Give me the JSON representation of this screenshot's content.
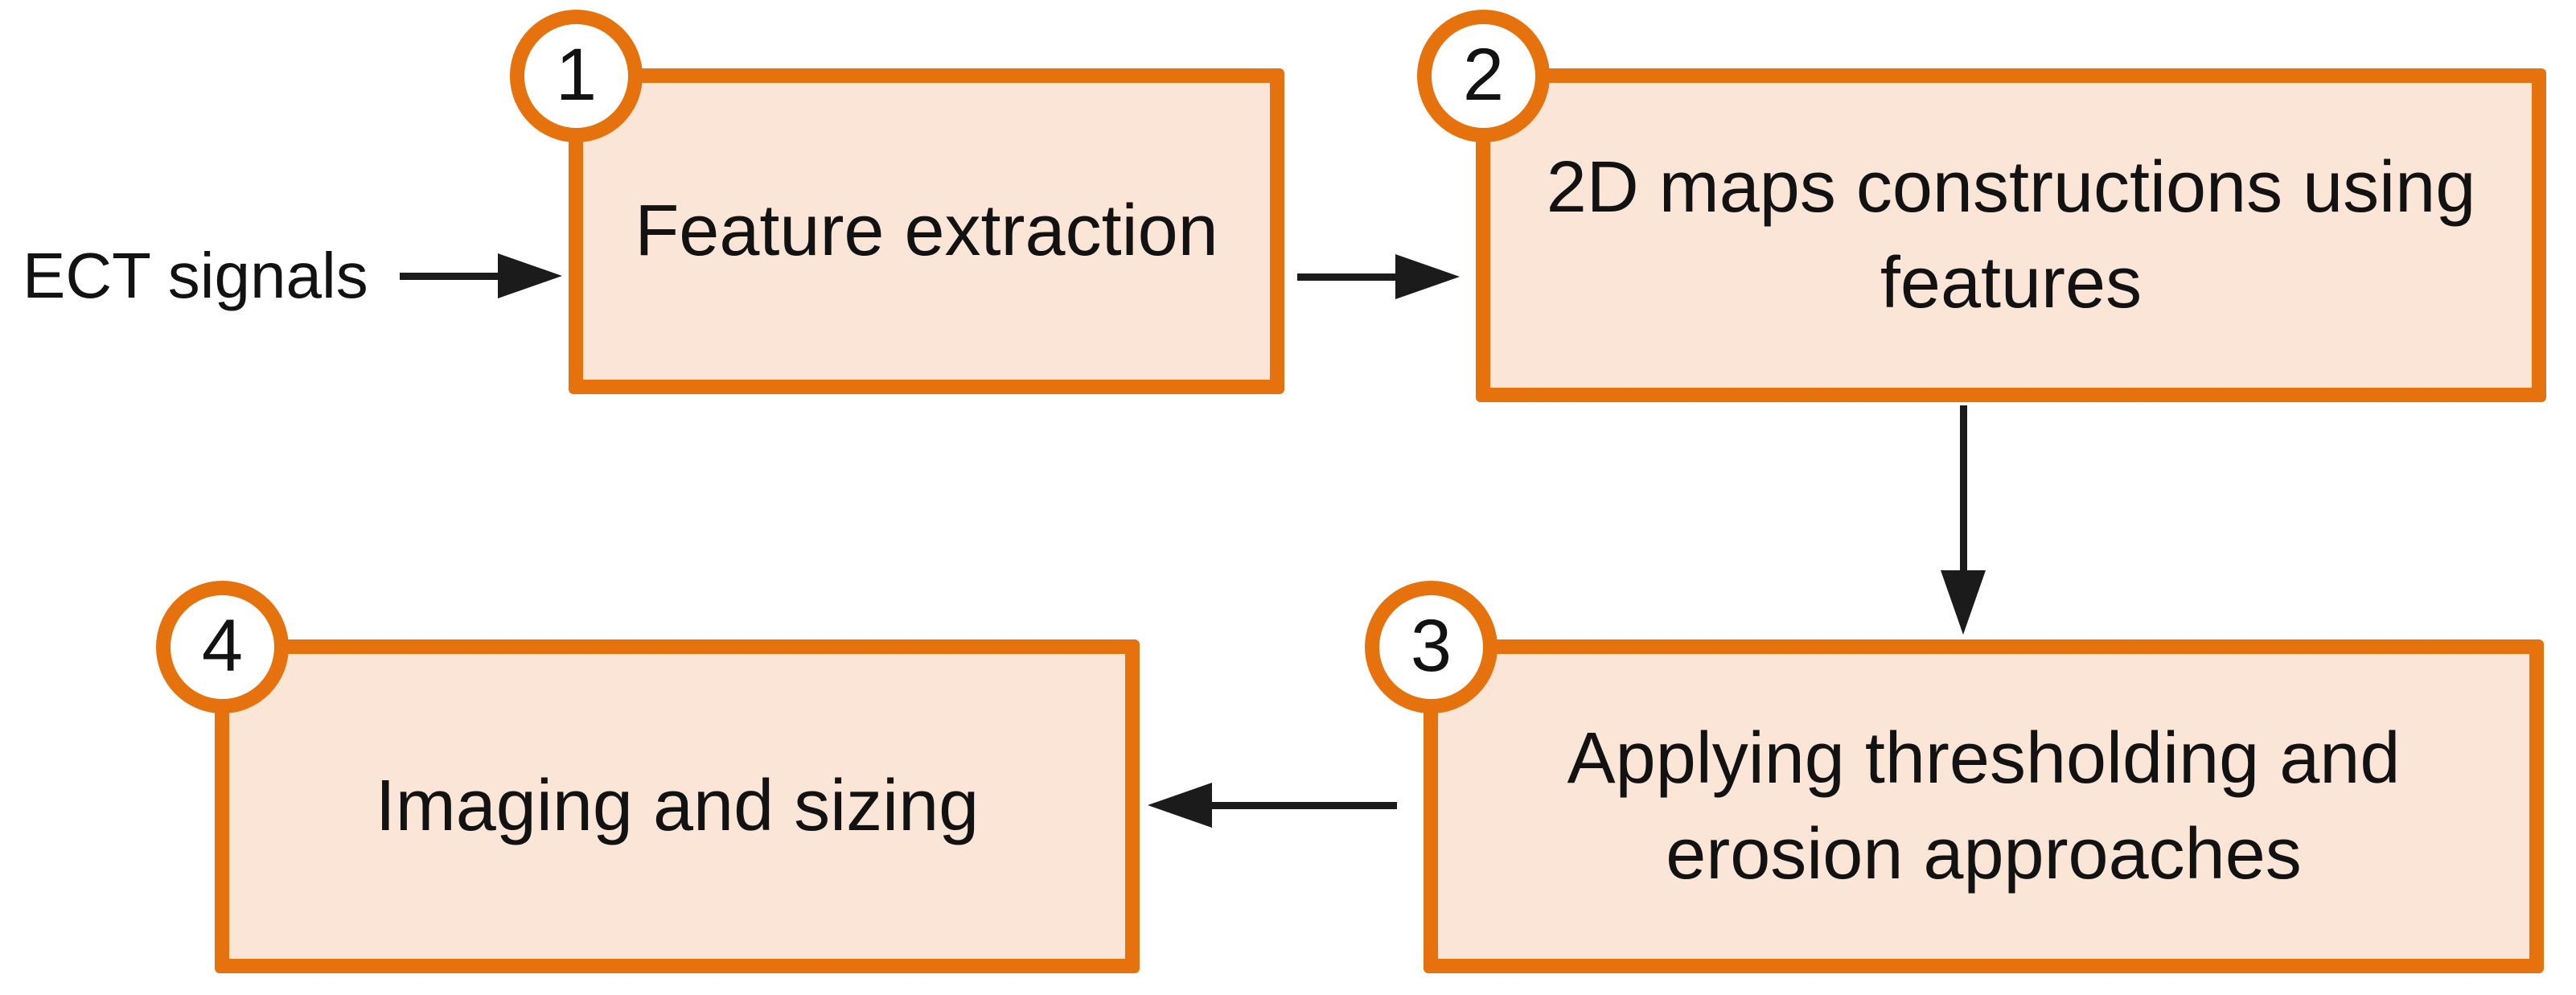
{
  "diagram": {
    "source_label": "ECT signals",
    "steps": [
      {
        "number": "1",
        "label": "Feature extraction"
      },
      {
        "number": "2",
        "label": "2D maps constructions using\nfeatures"
      },
      {
        "number": "3",
        "label": "Applying thresholding and\nerosion approaches"
      },
      {
        "number": "4",
        "label": "Imaging and sizing"
      }
    ],
    "colors": {
      "box_border": "#E6720E",
      "box_fill": "#FBE5D6",
      "badge_fill": "#FFFFFF",
      "text": "#121212",
      "arrow": "#1B1B1B"
    }
  }
}
